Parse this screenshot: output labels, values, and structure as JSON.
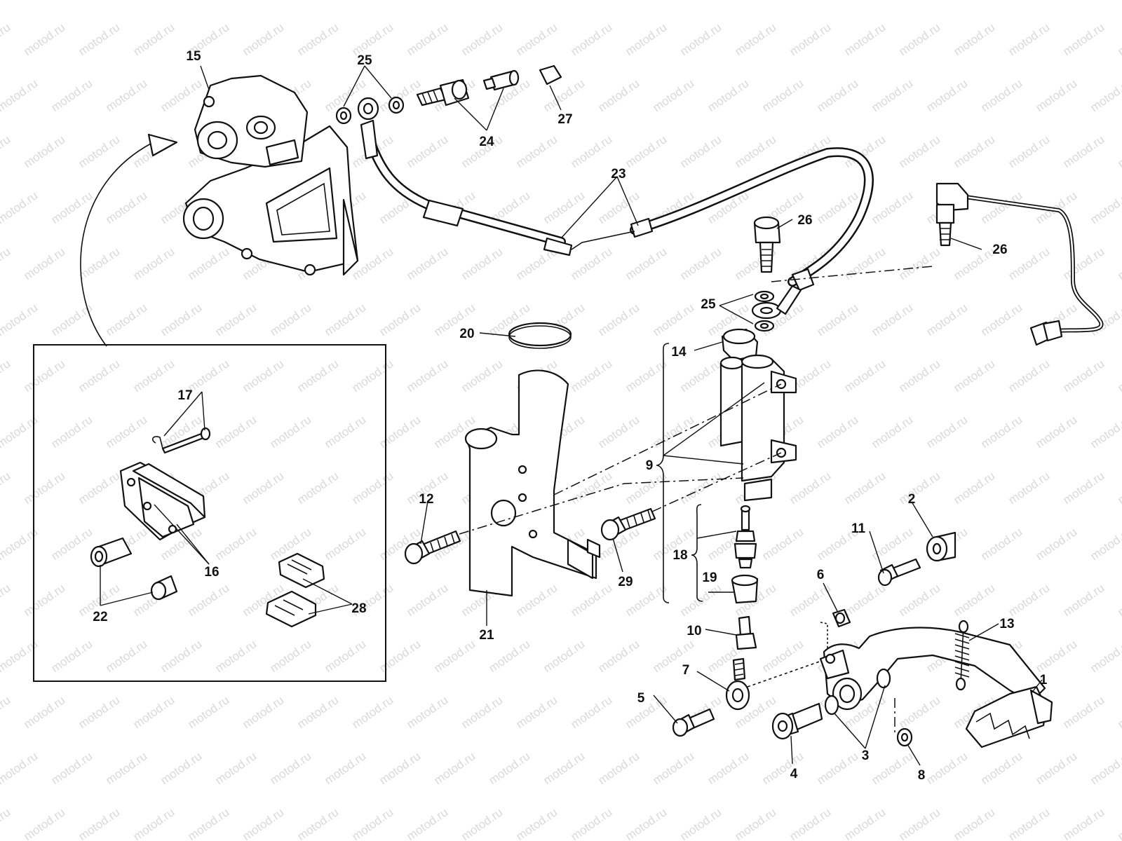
{
  "watermark_text": "motod.ru",
  "callouts": {
    "c1": "1",
    "c2": "2",
    "c3": "3",
    "c4": "4",
    "c5": "5",
    "c6": "6",
    "c7": "7",
    "c8": "8",
    "c9": "9",
    "c10": "10",
    "c11": "11",
    "c12": "12",
    "c13": "13",
    "c14": "14",
    "c15": "15",
    "c16": "16",
    "c17": "17",
    "c18": "18",
    "c19": "19",
    "c20": "20",
    "c21": "21",
    "c22": "22",
    "c23": "23",
    "c24": "24",
    "c25a": "25",
    "c25b": "25",
    "c26a": "26",
    "c26b": "26",
    "c27": "27",
    "c28": "28",
    "c29": "29"
  }
}
